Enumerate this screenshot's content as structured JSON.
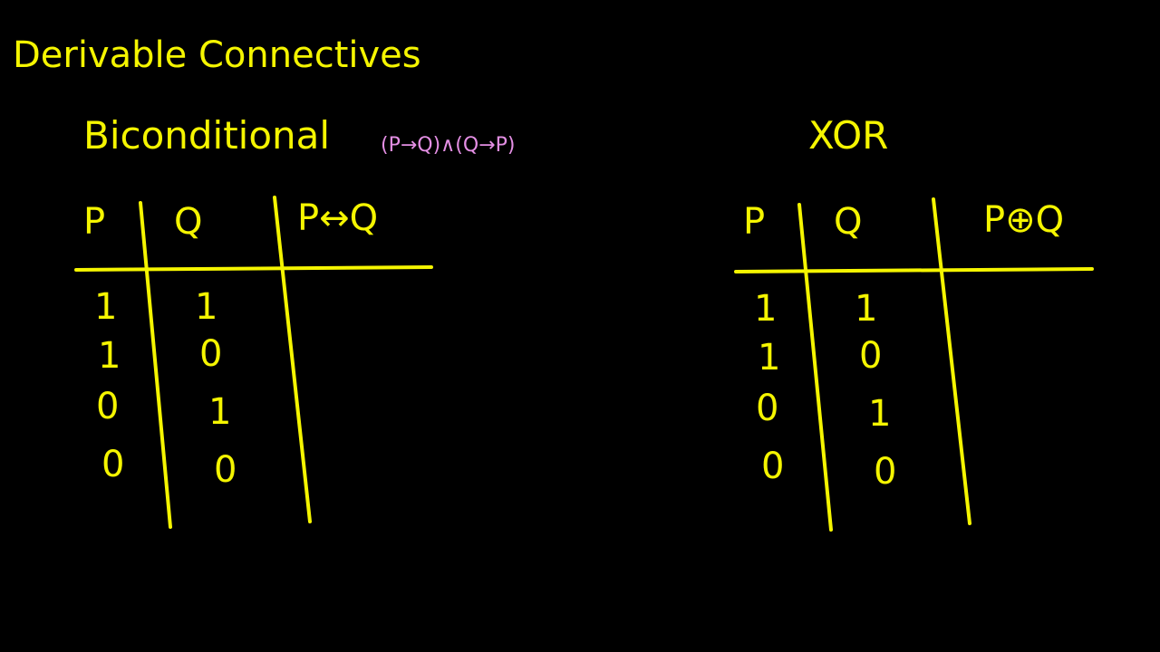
{
  "title": "Derivable Connectives",
  "biconditional": {
    "heading": "Biconditional",
    "annotation": "(P→Q)∧(Q→P)",
    "headers": [
      "P",
      "Q",
      "P↔Q"
    ],
    "rows": [
      [
        "1",
        "1",
        ""
      ],
      [
        "1",
        "0",
        ""
      ],
      [
        "0",
        "1",
        ""
      ],
      [
        "0",
        "0",
        ""
      ]
    ]
  },
  "xor": {
    "heading": "XOR",
    "headers": [
      "P",
      "Q",
      "P⊕Q"
    ],
    "rows": [
      [
        "1",
        "1",
        ""
      ],
      [
        "1",
        "0",
        ""
      ],
      [
        "0",
        "1",
        ""
      ],
      [
        "0",
        "0",
        ""
      ]
    ]
  },
  "colors": {
    "chalk": "#f5f500",
    "annotation": "#e48fe4",
    "background": "#000000"
  }
}
